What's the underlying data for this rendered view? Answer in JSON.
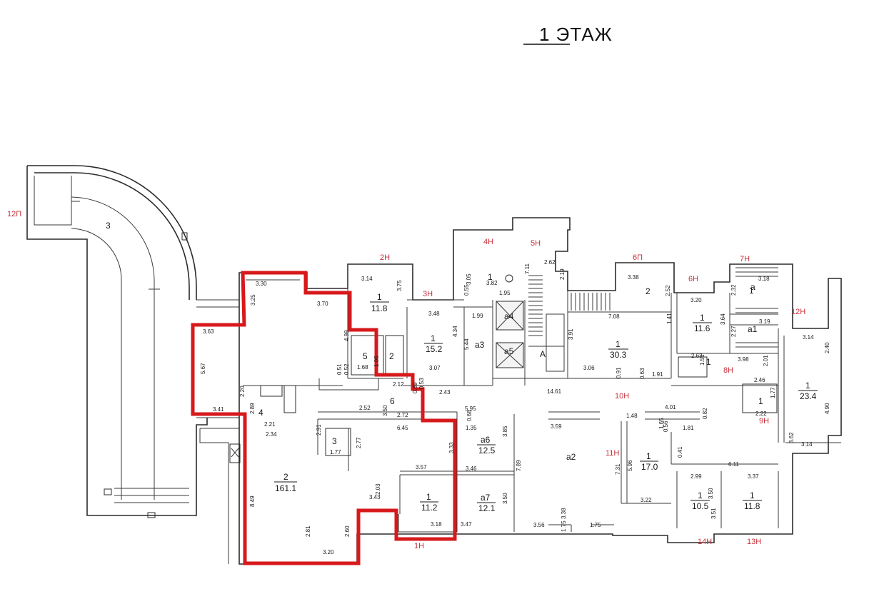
{
  "title": "1 ЭТАЖ",
  "highlight_color": "#d7191c",
  "tag_color": "#c8323c",
  "tags": [
    "12П",
    "2Н",
    "3Н",
    "4Н",
    "5Н",
    "6П",
    "6Н",
    "7Н",
    "12Н",
    "8Н",
    "10Н",
    "11Н",
    "9Н",
    "1Н",
    "14Н",
    "13Н"
  ],
  "rooms": [
    {
      "n": "3"
    },
    {
      "n": "1",
      "area": "11.8"
    },
    {
      "n": "1",
      "area": "15.2"
    },
    {
      "n": "1"
    },
    {
      "n": "а4"
    },
    {
      "n": "а5"
    },
    {
      "n": "а3"
    },
    {
      "n": "А"
    },
    {
      "n": "2"
    },
    {
      "n": "1",
      "area": "30.3"
    },
    {
      "n": "1",
      "area": "11.6"
    },
    {
      "n": "а"
    },
    {
      "n": "а1"
    },
    {
      "n": "1",
      "area": "23.4"
    },
    {
      "n": "1"
    },
    {
      "n": "5"
    },
    {
      "n": "2"
    },
    {
      "n": "6"
    },
    {
      "n": "4"
    },
    {
      "n": "3"
    },
    {
      "n": "2",
      "area": "161.1"
    },
    {
      "n": "а6",
      "area": "12.5"
    },
    {
      "n": "1",
      "area": "11.2"
    },
    {
      "n": "а7",
      "area": "12.1"
    },
    {
      "n": "а2"
    },
    {
      "n": "1",
      "area": "17.0"
    },
    {
      "n": "1",
      "area": "10.5"
    },
    {
      "n": "1",
      "area": "11.8"
    },
    {
      "n": "1"
    },
    {
      "n": "1"
    }
  ],
  "dims": [
    "3.30",
    "3.25",
    "3.70",
    "3.63",
    "5.67",
    "3.41",
    "2.20",
    "2.89",
    "2.21",
    "2.34",
    "2.91",
    "1.77",
    "2.77",
    "4.99",
    "1.68",
    "2.52",
    "3.50",
    "2.72",
    "6.45",
    "3.14",
    "3.75",
    "3.48",
    "4.34",
    "3.07",
    "5.44",
    "2.43",
    "3.82",
    "3.05",
    "0.55",
    "1.95",
    "1.99",
    "7.11",
    "2.62",
    "2.19",
    "5.95",
    "3.85",
    "0.68",
    "1.35",
    "3.33",
    "3.57",
    "3.46",
    "2.03",
    "3.43",
    "8.49",
    "2.81",
    "2.60",
    "3.20",
    "3.18",
    "3.47",
    "3.50",
    "7.89",
    "3.59",
    "3.56",
    "3.38",
    "1.75",
    "14.61",
    "3.38",
    "2.52",
    "7.08",
    "3.91",
    "3.06",
    "0.91",
    "0.63",
    "1.91",
    "3.20",
    "3.64",
    "1.41",
    "2.32",
    "3.18",
    "2.27",
    "3.19",
    "3.98",
    "2.63",
    "1.51",
    "3.14",
    "2.40",
    "2.01",
    "2.46",
    "1.77",
    "2.22",
    "4.90",
    "3.62",
    "3.14",
    "1.48",
    "4.01",
    "0.82",
    "1.81",
    "0.56",
    "1.65",
    "0.41",
    "6.11",
    "7.31",
    "5.96",
    "3.22",
    "2.99",
    "3.37",
    "3.51",
    "3.50",
    "2.12",
    "0.89",
    "0.53",
    "0.51",
    "0.52",
    "1.06",
    "1.75"
  ]
}
